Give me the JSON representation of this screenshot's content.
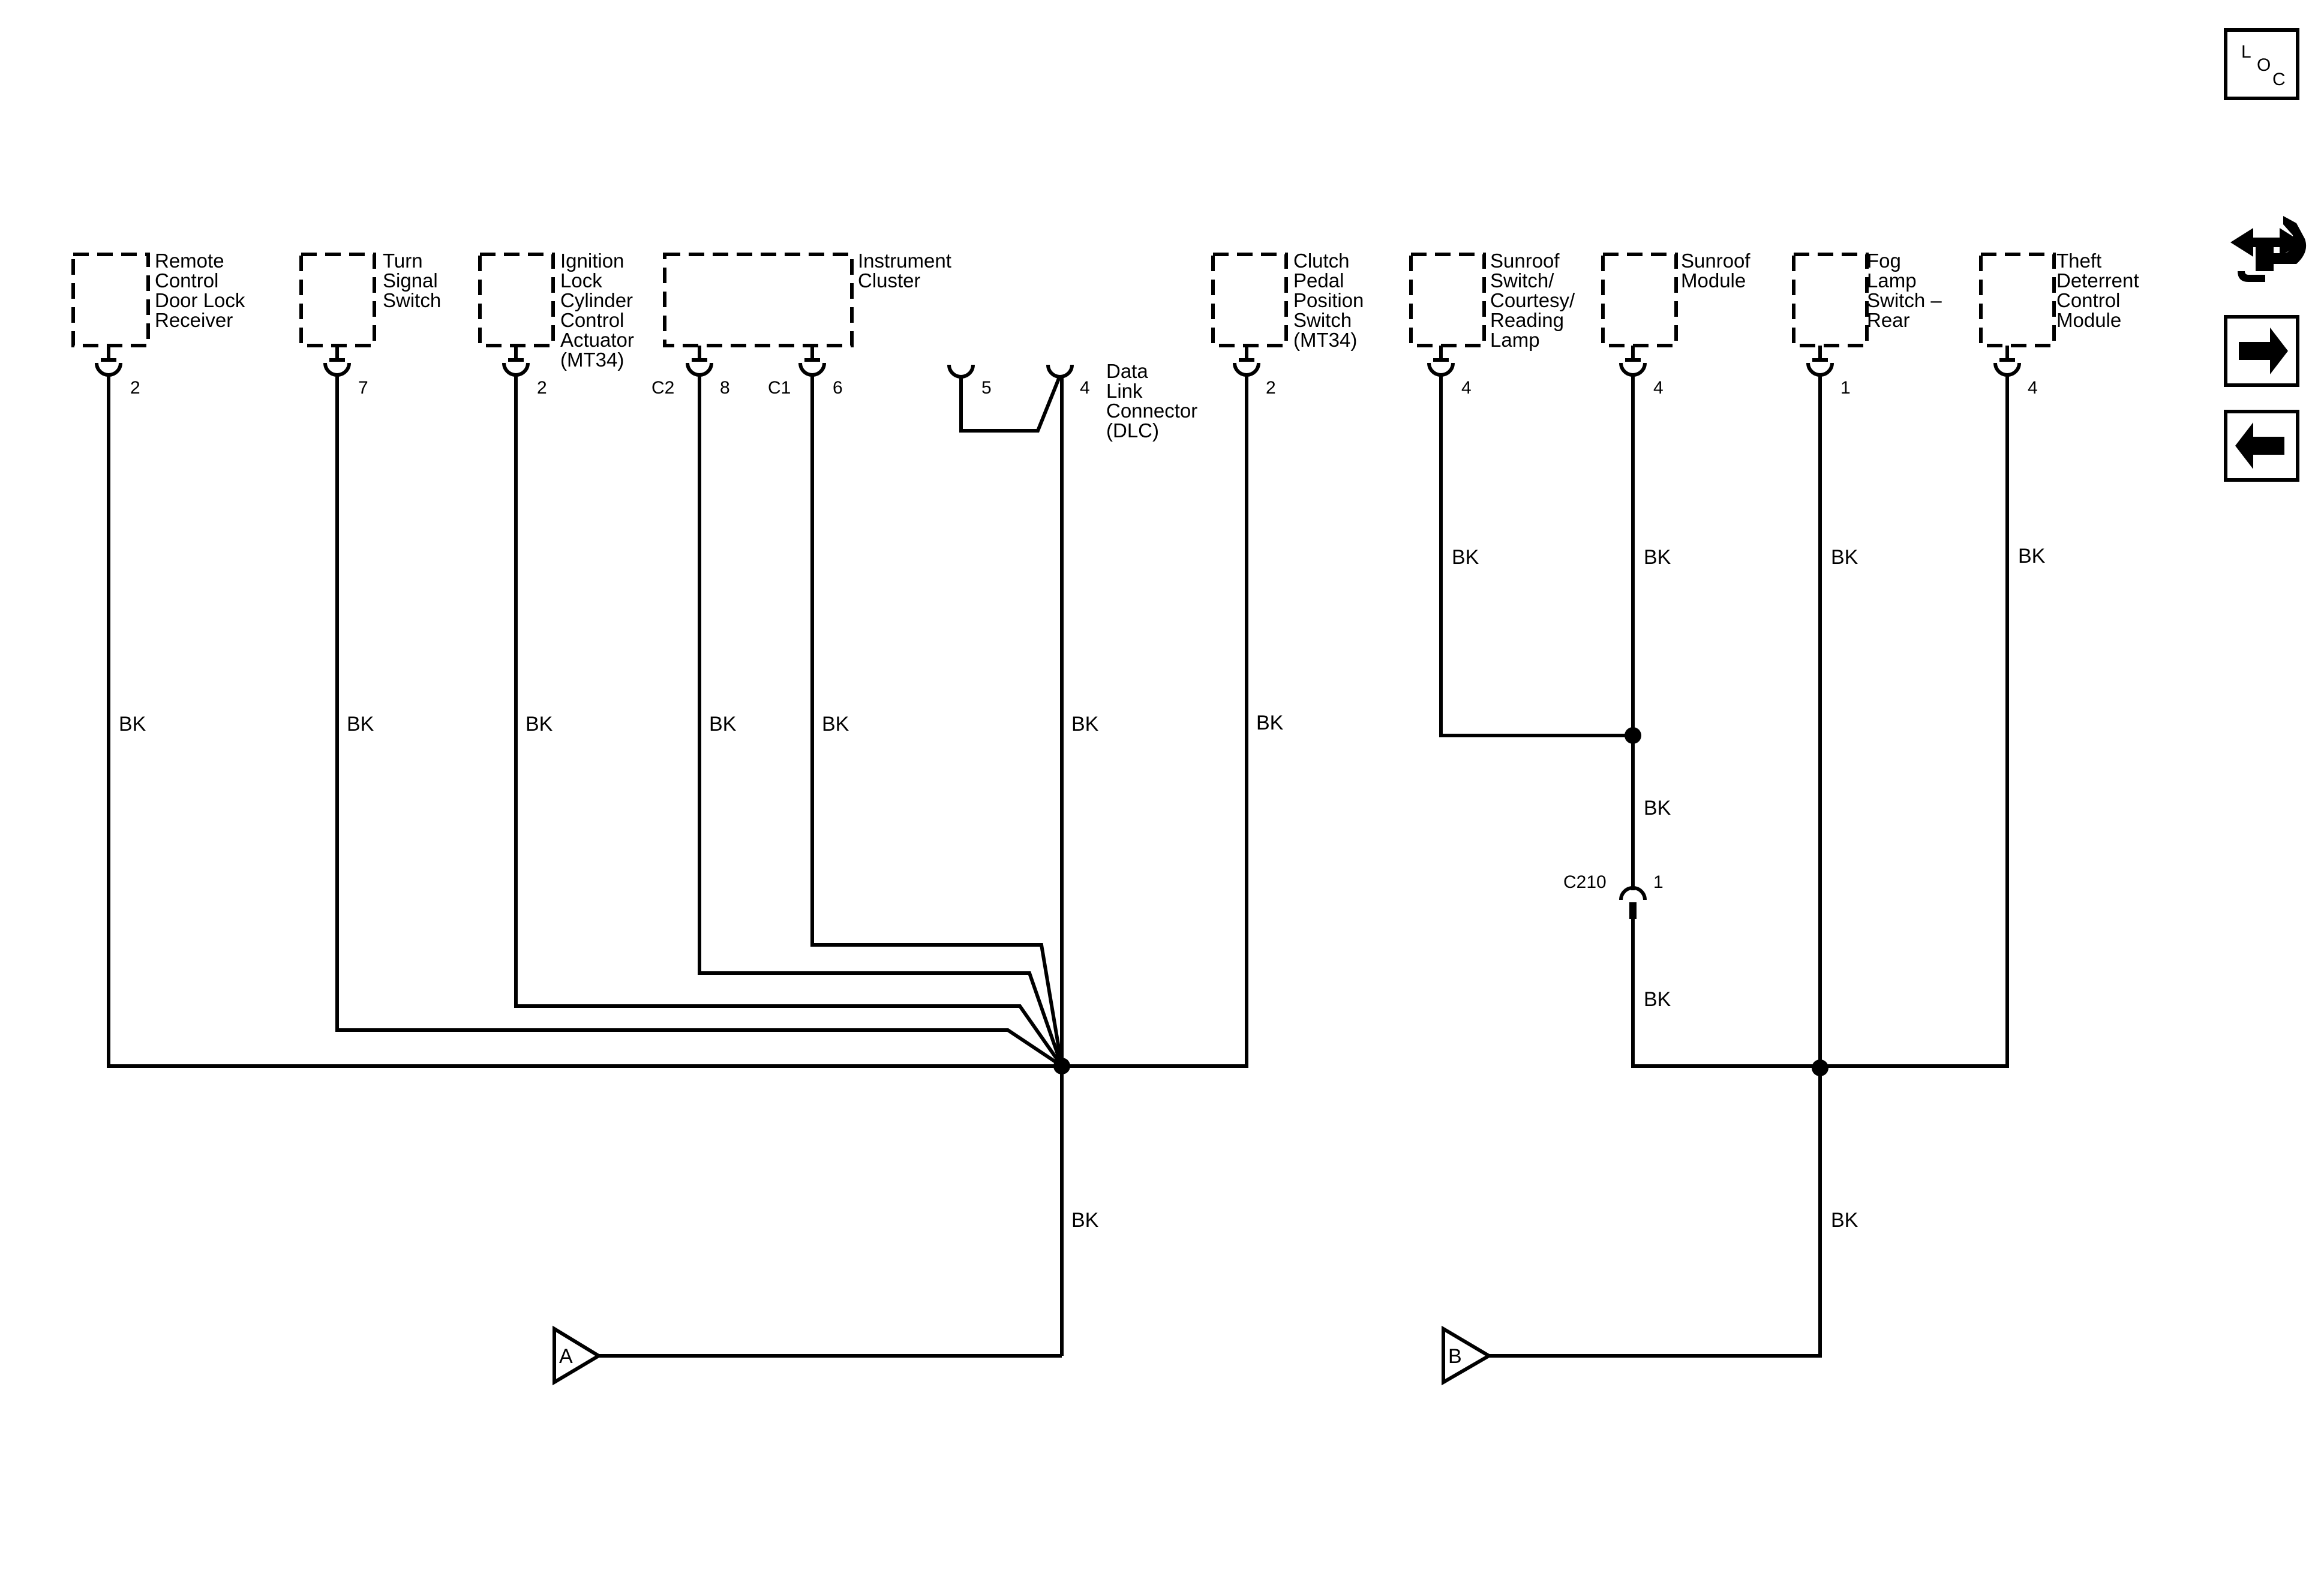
{
  "components": {
    "remote_receiver": {
      "label": [
        "Remote",
        "Control",
        "Door Lock",
        "Receiver"
      ],
      "pin": "2"
    },
    "turn_signal": {
      "label": [
        "Turn",
        "Signal",
        "Switch"
      ],
      "pin": "7"
    },
    "ignition_lock": {
      "label": [
        "Ignition",
        "Lock",
        "Cylinder",
        "Control",
        "Actuator",
        "(MT34)"
      ],
      "pin": "2"
    },
    "instrument_cluster": {
      "label": [
        "Instrument",
        "Cluster"
      ],
      "connector_c2": "C2",
      "pin_c2": "8",
      "connector_c1": "C1",
      "pin_c1": "6"
    },
    "dlc": {
      "label": [
        "Data",
        "Link",
        "Connector",
        "(DLC)"
      ],
      "pin_5": "5",
      "pin_4": "4"
    },
    "clutch_switch": {
      "label": [
        "Clutch",
        "Pedal",
        "Position",
        "Switch",
        "(MT34)"
      ],
      "pin": "2"
    },
    "sunroof_switch": {
      "label": [
        "Sunroof",
        "Switch/",
        "Courtesy/",
        "Reading",
        "Lamp"
      ],
      "pin": "4"
    },
    "sunroof_module": {
      "label": [
        "Sunroof",
        "Module"
      ],
      "pin": "4"
    },
    "fog_lamp_switch": {
      "label": [
        "Fog",
        "Lamp",
        "Switch –",
        "Rear"
      ],
      "pin": "1"
    },
    "theft_module": {
      "label": [
        "Theft",
        "Deterrent",
        "Control",
        "Module"
      ],
      "pin": "4"
    }
  },
  "wire_color": "BK",
  "inline_connector": {
    "name": "C210",
    "pin": "1"
  },
  "grounds": {
    "a": "A",
    "b": "B"
  },
  "nav": {
    "loc_letters": [
      "L",
      "O",
      "C"
    ],
    "icons": [
      "loc-icon",
      "connector-swap-icon",
      "next-arrow-icon",
      "back-arrow-icon"
    ]
  }
}
